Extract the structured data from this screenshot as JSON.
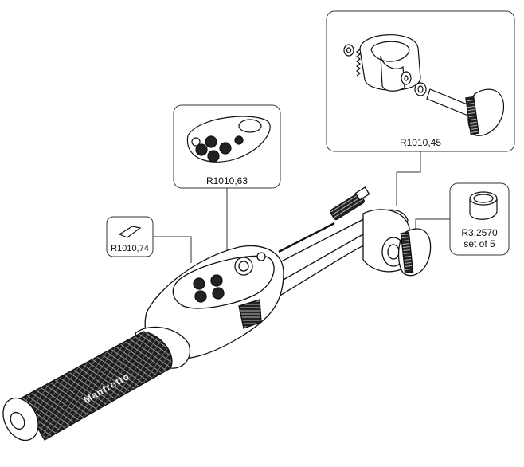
{
  "parts": {
    "top_right": {
      "code": "R1010,45"
    },
    "remote_panel": {
      "code": "R1010,63"
    },
    "small_pad": {
      "code": "R1010,74"
    },
    "cap": {
      "code": "R3,2570",
      "note": "set of 5"
    }
  },
  "brand_text": "Manfrotto",
  "colors": {
    "ink": "#111111",
    "box": "#333333",
    "grip": "#1e1e1e"
  }
}
